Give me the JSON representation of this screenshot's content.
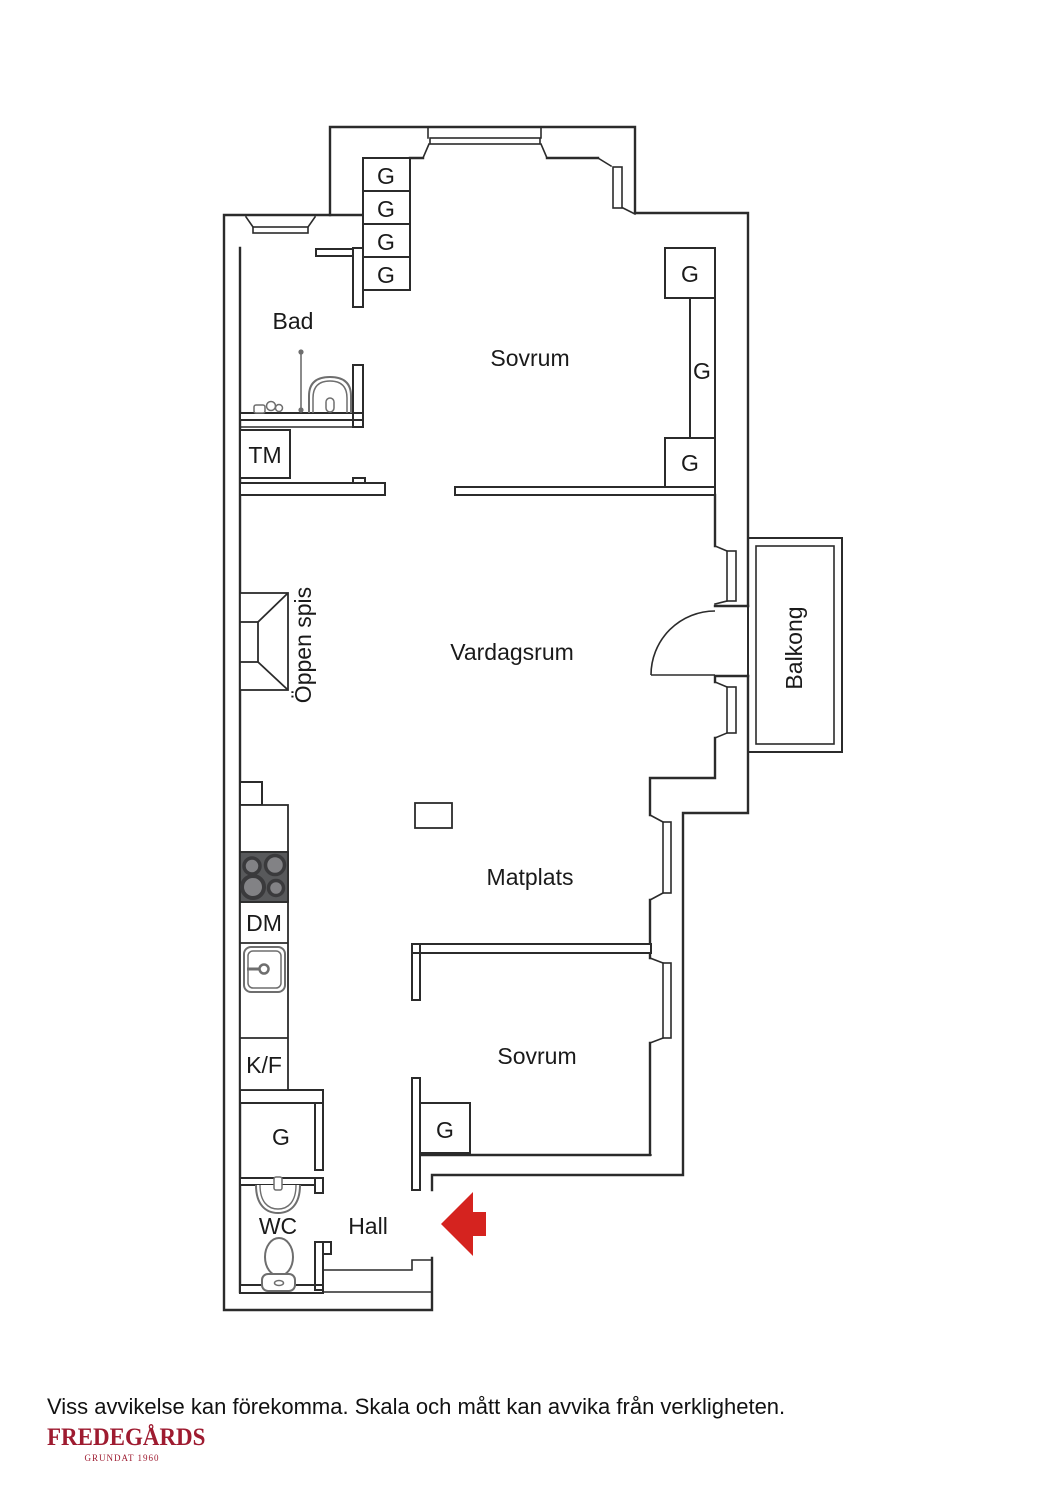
{
  "floorplan": {
    "rooms": {
      "bad": "Bad",
      "sovrum_top": "Sovrum",
      "vardagsrum": "Vardagsrum",
      "oppen_spis": "Öppen spis",
      "balkong": "Balkong",
      "matplats": "Matplats",
      "sovrum_bottom": "Sovrum",
      "hall": "Hall",
      "wc": "WC"
    },
    "appliances": {
      "tm": "TM",
      "dm": "DM",
      "kf": "K/F"
    },
    "closet_label": "G",
    "entrance_arrow": {
      "direction": "left",
      "color": "#d5231f"
    },
    "colors": {
      "wall_line": "#2b2b2b",
      "fixture_line": "#6e6e6e",
      "stove_body": "#58595b",
      "burner_disc": "#828285",
      "label_text": "#1a1a1a"
    }
  },
  "footer": {
    "disclaimer": "Viss avvikelse kan förekomma. Skala och mått kan avvika från verkligheten.",
    "brand": "FREDEGÅRDS",
    "brand_subtitle": "GRUNDAT 1960",
    "brand_color": "#9e1b30"
  }
}
